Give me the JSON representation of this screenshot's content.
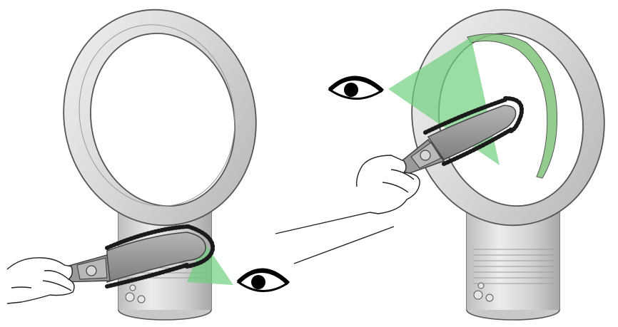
{
  "figure": {
    "fan_left": "bladeless-fan",
    "fan_right": "bladeless-fan",
    "tool_left": "brush-tool",
    "tool_right": "brush-tool",
    "eye_left": "eye-icon",
    "eye_right": "eye-icon",
    "hand_left": "hand",
    "hand_right": "hand"
  },
  "colors": {
    "fan_light": "#e8e8e8",
    "fan_mid": "#cfcfcf",
    "fan_dark": "#a9a9a9",
    "outline": "#555555",
    "tool_gray": "#9a9a9a",
    "bristle": "#1a1a1a",
    "view_cone": "#6fcf7f",
    "ring_interior": "#7fc47a"
  }
}
